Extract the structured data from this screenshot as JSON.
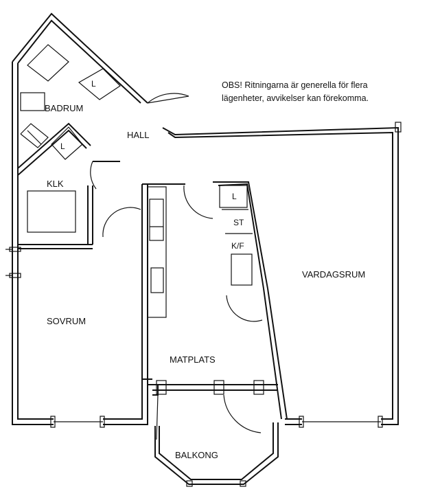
{
  "note": {
    "line1": "OBS! Ritningarna är generella för flera",
    "line2": "lägenheter, avvikelser kan förekomma."
  },
  "rooms": {
    "badrum": "BADRUM",
    "hall": "HALL",
    "klk": "KLK",
    "sovrum": "SOVRUM",
    "vardagsrum": "VARDAGSRUM",
    "matplats": "MATPLATS",
    "balkong": "BALKONG"
  },
  "fixtures": {
    "badrum_l": "L",
    "klk_l": "L",
    "kitchen_l": "L",
    "st": "ST",
    "kf": "K/F"
  }
}
